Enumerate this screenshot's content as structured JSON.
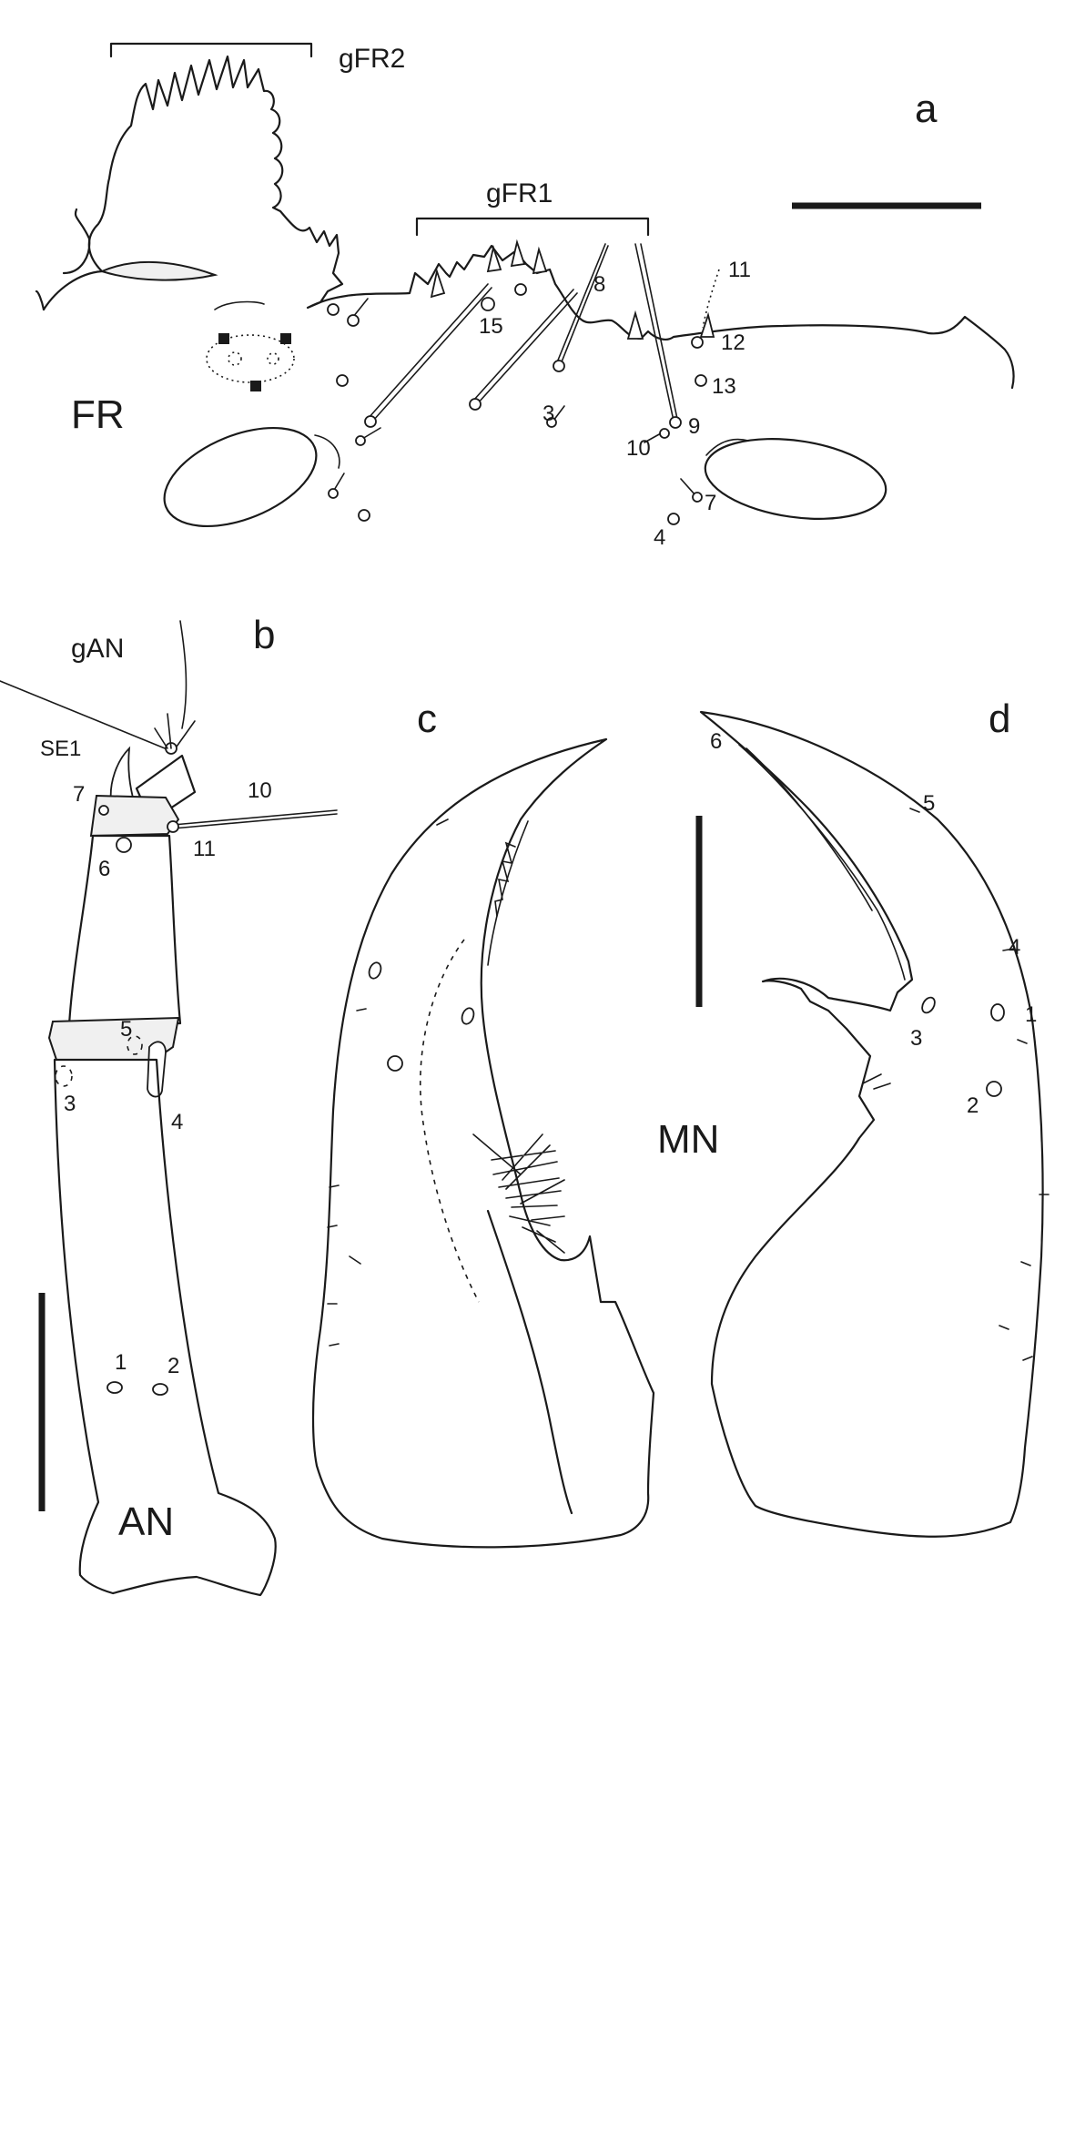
{
  "panels": {
    "a": {
      "letter": "a",
      "region": "FR",
      "groups": [
        "gFR2",
        "gFR1"
      ],
      "numbers": [
        "11",
        "15",
        "8",
        "12",
        "13",
        "3",
        "9",
        "10",
        "7",
        "4"
      ]
    },
    "b": {
      "letter": "b",
      "region": "AN",
      "group": "gAN",
      "labels": [
        "SE1",
        "7",
        "10",
        "6",
        "11",
        "5",
        "3",
        "4",
        "1",
        "2"
      ]
    },
    "c": {
      "letter": "c"
    },
    "d": {
      "letter": "d",
      "labels": [
        "6",
        "5",
        "4",
        "1",
        "3",
        "2"
      ]
    },
    "shared": {
      "region": "MN"
    }
  }
}
